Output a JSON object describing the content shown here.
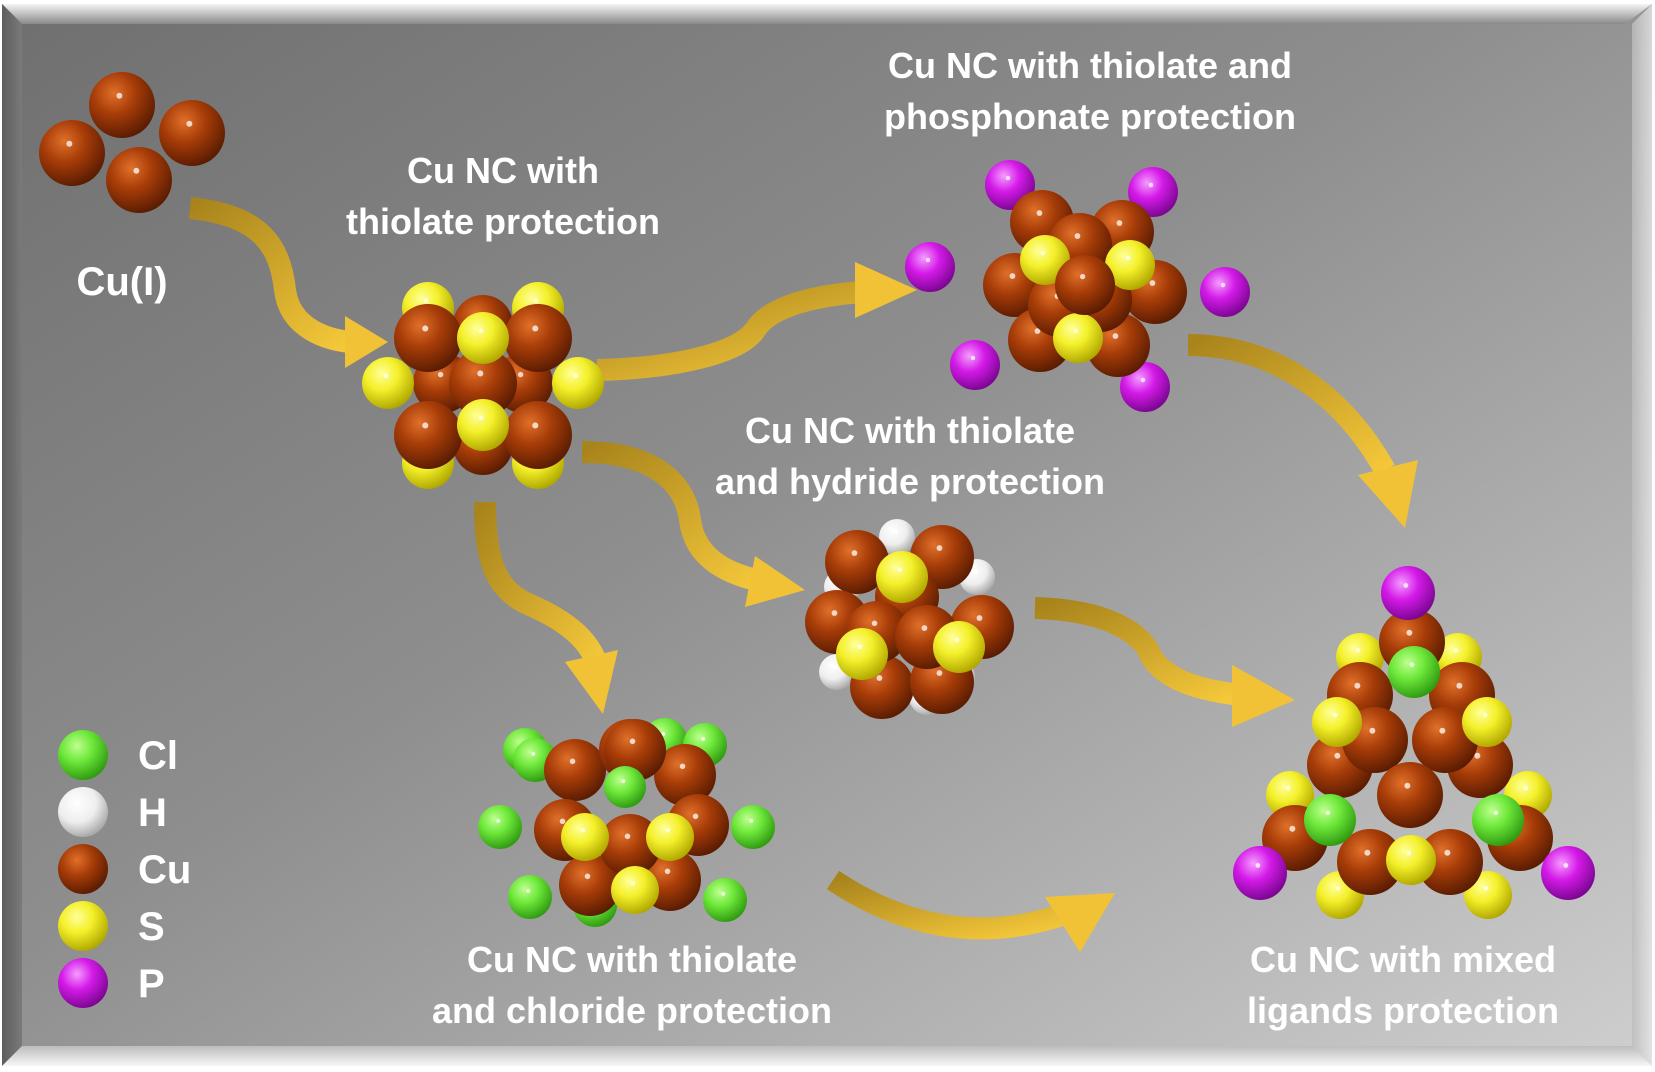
{
  "figure": {
    "title": "Synthesis pathways of Cu nanoclusters (NCs) with different protecting ligands",
    "precursor": {
      "label": "Cu(I)"
    },
    "nodes": [
      {
        "id": "thiolate",
        "label_lines": [
          "Cu NC with",
          "thiolate protection"
        ]
      },
      {
        "id": "phosphonate",
        "label_lines": [
          "Cu NC with thiolate and",
          "phosphonate protection"
        ]
      },
      {
        "id": "hydride",
        "label_lines": [
          "Cu NC with thiolate",
          "and hydride protection"
        ]
      },
      {
        "id": "chloride",
        "label_lines": [
          "Cu NC with thiolate",
          "and chloride protection"
        ]
      },
      {
        "id": "mixed",
        "label_lines": [
          "Cu NC with mixed",
          "ligands protection"
        ]
      }
    ],
    "edges": [
      {
        "from": "Cu(I)",
        "to": "thiolate"
      },
      {
        "from": "thiolate",
        "to": "phosphonate"
      },
      {
        "from": "thiolate",
        "to": "hydride"
      },
      {
        "from": "thiolate",
        "to": "chloride"
      },
      {
        "from": "phosphonate",
        "to": "mixed"
      },
      {
        "from": "hydride",
        "to": "mixed"
      },
      {
        "from": "chloride",
        "to": "mixed"
      }
    ]
  },
  "legend": {
    "items": [
      {
        "symbol": "Cl",
        "color": "#6fe83a",
        "icon": "green-sphere-icon"
      },
      {
        "symbol": "H",
        "color": "#f2f2f2",
        "icon": "white-sphere-icon"
      },
      {
        "symbol": "Cu",
        "color": "#a33d08",
        "icon": "brown-sphere-icon"
      },
      {
        "symbol": "S",
        "color": "#f2ee2a",
        "icon": "yellow-sphere-icon"
      },
      {
        "symbol": "P",
        "color": "#d21ae6",
        "icon": "magenta-sphere-icon"
      }
    ]
  },
  "colors": {
    "arrow_dark": "#b08a1c",
    "arrow_light": "#f3c43a",
    "background_dark": "#7a7a7a",
    "background_light": "#c8c8c8"
  }
}
